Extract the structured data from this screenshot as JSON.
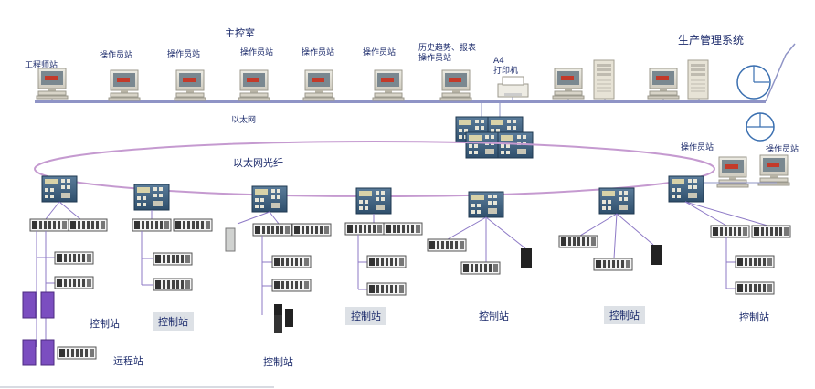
{
  "title": "主控室",
  "management_system": "生产管理系统",
  "ethernet_label": "以太网",
  "fiber_ring_label": "以太网光纤",
  "stations_top": [
    {
      "label": "工程师站"
    },
    {
      "label": "操作员站"
    },
    {
      "label": "操作员站"
    },
    {
      "label": "操作员站"
    },
    {
      "label": "操作员站"
    },
    {
      "label": "操作员站"
    },
    {
      "label": "历史趋势、报表操作员站"
    }
  ],
  "printer_label": "A4\n打印机",
  "right_operator_1": "操作员站",
  "right_operator_2": "操作员站",
  "control_stations": [
    "控制站",
    "控制站",
    "控制站",
    "控制站",
    "控制站",
    "控制站",
    "控制站"
  ],
  "remote_station": "远程站",
  "colors": {
    "bus": "#8f94c6",
    "ring": "#c59ad0",
    "cable": "#8d79c6",
    "accent": "#3a4aa0"
  }
}
